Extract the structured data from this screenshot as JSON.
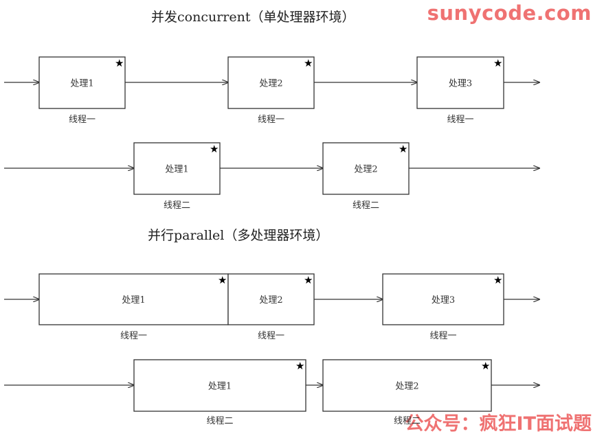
{
  "concurrent": {
    "title": "并发concurrent（单处理器环境）",
    "rows": [
      {
        "thread": "线程一",
        "boxes": [
          {
            "label": "处理1"
          },
          {
            "label": "处理2"
          },
          {
            "label": "处理3"
          }
        ]
      },
      {
        "thread": "线程二",
        "boxes": [
          {
            "label": "处理1"
          },
          {
            "label": "处理2"
          }
        ]
      }
    ]
  },
  "parallel": {
    "title": "并行parallel（多处理器环境）",
    "rows": [
      {
        "thread": "线程一",
        "boxes": [
          {
            "label": "处理1"
          },
          {
            "label": "处理2"
          },
          {
            "label": "处理3"
          }
        ]
      },
      {
        "thread": "线程二",
        "boxes": [
          {
            "label": "处理1"
          },
          {
            "label": "处理2"
          }
        ]
      }
    ]
  },
  "marker_symbol": "★",
  "watermarks": {
    "site": "sunycode.com",
    "wechat": "公众号：疯狂IT面试题"
  },
  "colors": {
    "line": "#333333",
    "watermark": "#ef7272"
  }
}
